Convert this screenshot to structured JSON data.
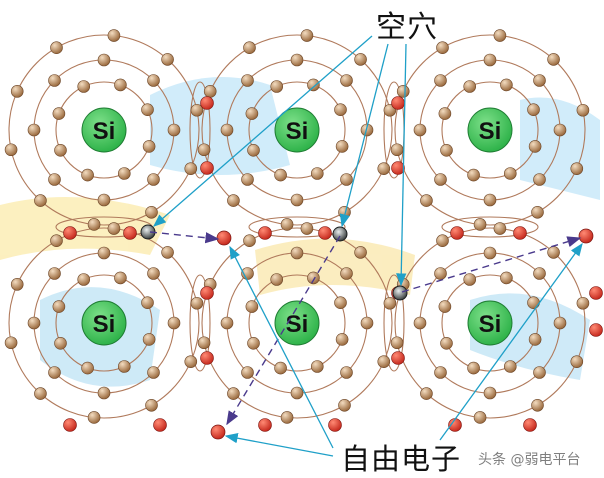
{
  "atom_symbol": "Si",
  "labels": {
    "holes": "空穴",
    "free_electrons": "自由电子"
  },
  "watermark": "头条 @弱电平台",
  "colors": {
    "nucleus": "#2fb34a",
    "orbit": "#b07a5c",
    "valence_electron": "#b5895a",
    "free_electron": "#c62a1e",
    "hole": "#3a3f3f",
    "pointer": "#1fa0c8",
    "path": "#4a3a8c"
  }
}
